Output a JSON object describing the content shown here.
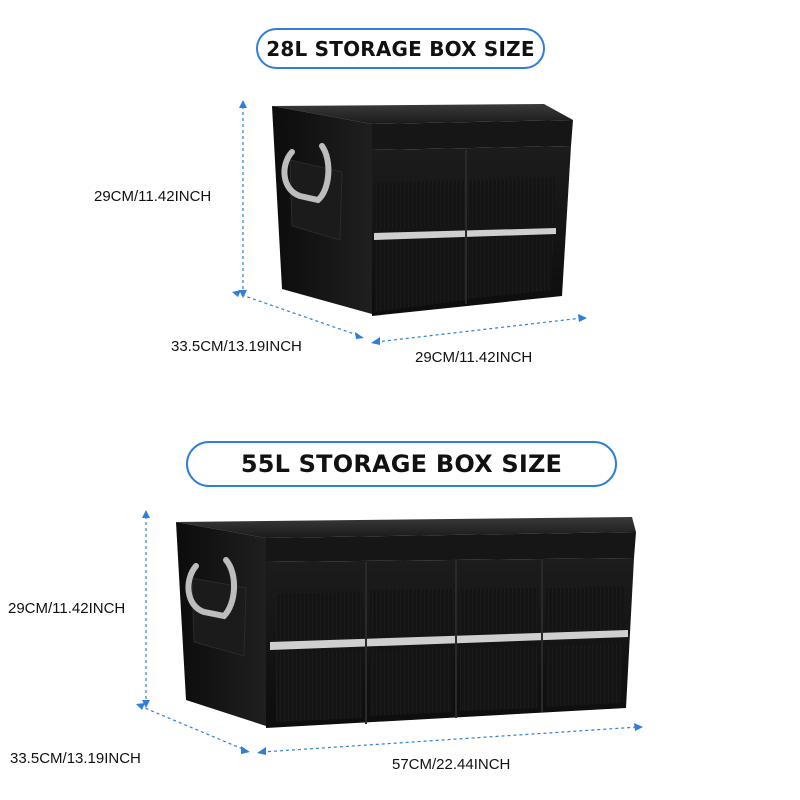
{
  "small_box": {
    "title": "28L STORAGE BOX SIZE",
    "height_label": "29CM/11.42INCH",
    "depth_label": "33.5CM/13.19INCH",
    "width_label": "29CM/11.42INCH"
  },
  "large_box": {
    "title": "55L STORAGE BOX SIZE",
    "height_label": "29CM/11.42INCH",
    "depth_label": "33.5CM/13.19INCH",
    "width_label": "57CM/22.44INCH"
  },
  "colors": {
    "accent_blue": "#2f7ed8",
    "box_black": "#141414",
    "reflective_strip": "#c8c8c8",
    "handle_silver": "#b9b9b9"
  }
}
